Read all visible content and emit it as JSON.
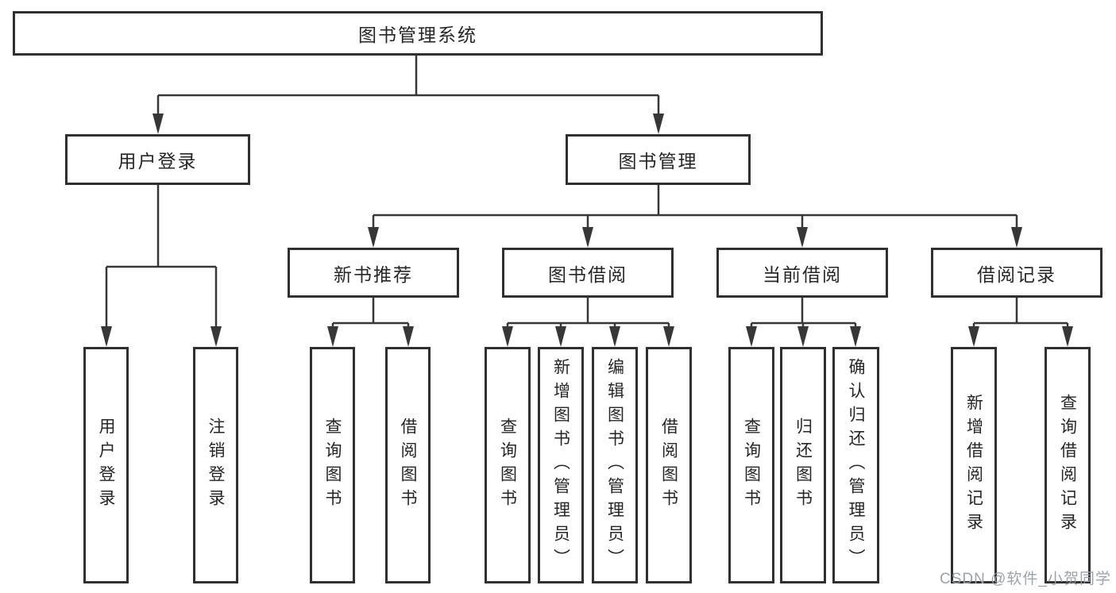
{
  "diagram_type": "hierarchy-tree",
  "watermark": "CSDN @软件_小贺同学",
  "colors": {
    "line": "#373737",
    "box_border": "#303030",
    "box_background": "#ffffff",
    "text": "#262626",
    "watermark_text": "#989ea6"
  },
  "tree": {
    "root": "图书管理系统",
    "children": [
      {
        "label": "用户登录",
        "children": [
          "用户登录",
          "注销登录"
        ]
      },
      {
        "label": "图书管理",
        "children": [
          {
            "label": "新书推荐",
            "children": [
              "查询图书",
              "借阅图书"
            ]
          },
          {
            "label": "图书借阅",
            "children": [
              "查询图书",
              "新增图书（管理员）",
              "编辑图书（管理员）",
              "借阅图书"
            ]
          },
          {
            "label": "当前借阅",
            "children": [
              "查询图书",
              "归还图书",
              "确认归还（管理员）"
            ]
          },
          {
            "label": "借阅记录",
            "children": [
              "新增借阅记录",
              "查询借阅记录"
            ]
          }
        ]
      }
    ]
  }
}
